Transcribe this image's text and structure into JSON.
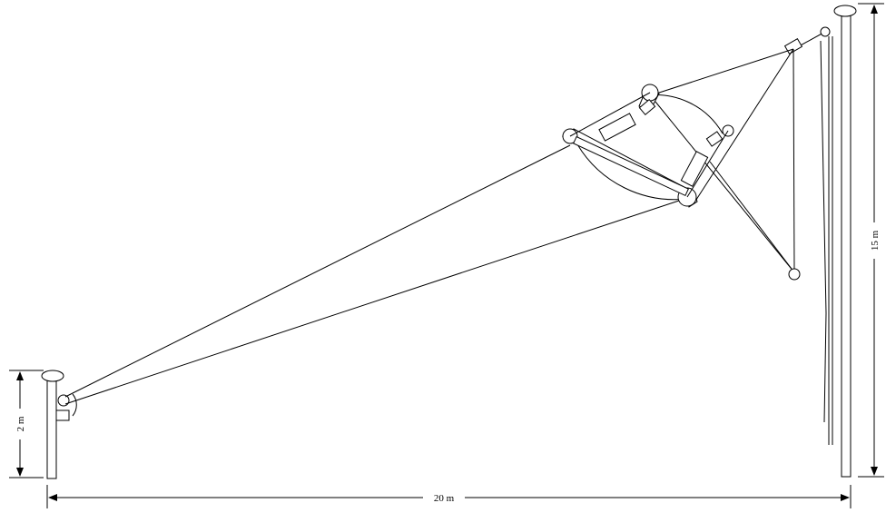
{
  "diagram": {
    "dimensions": {
      "horizontal_label": "20 m",
      "left_height_label": "2 m",
      "right_height_label": "15 m"
    }
  }
}
